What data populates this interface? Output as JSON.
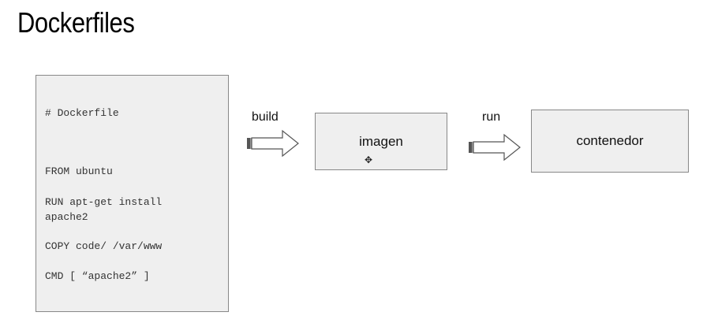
{
  "title": "Dockerfiles",
  "dockerfile": {
    "comment": "# Dockerfile",
    "from": "FROM ubuntu",
    "run_line1": "RUN apt-get install",
    "run_line2": "apache2",
    "copy": "COPY code/ /var/www",
    "cmd": "CMD [ “apache2” ]"
  },
  "flow": {
    "build_label": "build",
    "image_label": "imagen",
    "run_label": "run",
    "container_label": "contenedor"
  }
}
